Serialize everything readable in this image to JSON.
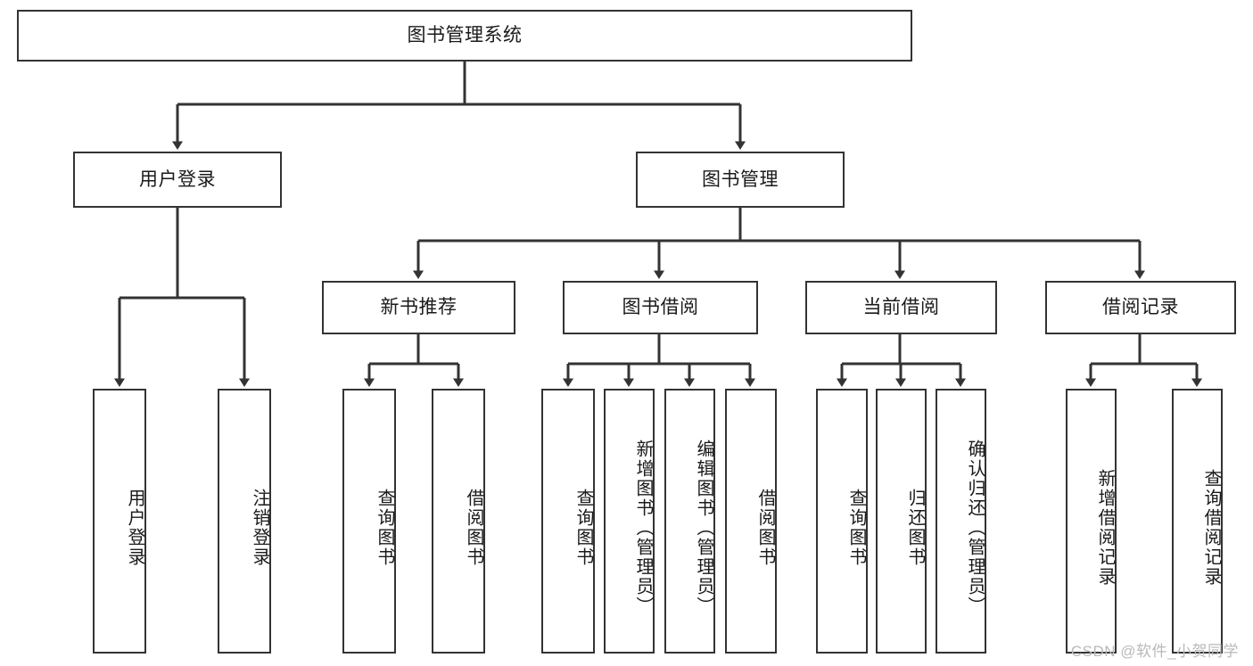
{
  "diagram": {
    "title": "图书管理系统",
    "style": {
      "box_border_color": "#333333",
      "box_fill_color": "#ffffff",
      "text_color": "#1a1a1a",
      "edge_color": "#333333",
      "watermark_color": "#b9b9b9"
    },
    "root": {
      "id": "root",
      "label": "图书管理系统"
    },
    "level2": [
      {
        "id": "user-login",
        "label": "用户登录"
      },
      {
        "id": "book-management",
        "label": "图书管理"
      }
    ],
    "level3": [
      {
        "id": "new-book-recommend",
        "label": "新书推荐"
      },
      {
        "id": "book-borrow",
        "label": "图书借阅"
      },
      {
        "id": "current-borrow",
        "label": "当前借阅"
      },
      {
        "id": "borrow-record",
        "label": "借阅记录"
      }
    ],
    "leaves": [
      {
        "id": "leaf-user-login",
        "label": "用户登录",
        "parent": "user-login"
      },
      {
        "id": "leaf-logout-login",
        "label": "注销登录",
        "parent": "user-login"
      },
      {
        "id": "leaf-query-book-1",
        "label": "查询图书",
        "parent": "new-book-recommend"
      },
      {
        "id": "leaf-borrow-book-1",
        "label": "借阅图书",
        "parent": "new-book-recommend"
      },
      {
        "id": "leaf-query-book-2",
        "label": "查询图书",
        "parent": "book-borrow"
      },
      {
        "id": "leaf-add-book",
        "label": "新增图书（管理员）",
        "parent": "book-borrow"
      },
      {
        "id": "leaf-edit-book",
        "label": "编辑图书（管理员）",
        "parent": "book-borrow"
      },
      {
        "id": "leaf-borrow-book-2",
        "label": "借阅图书",
        "parent": "book-borrow"
      },
      {
        "id": "leaf-query-book-3",
        "label": "查询图书",
        "parent": "current-borrow"
      },
      {
        "id": "leaf-return-book",
        "label": "归还图书",
        "parent": "current-borrow"
      },
      {
        "id": "leaf-confirm-return",
        "label": "确认归还（管理员）",
        "parent": "current-borrow"
      },
      {
        "id": "leaf-add-record",
        "label": "新增借阅记录",
        "parent": "borrow-record"
      },
      {
        "id": "leaf-query-record",
        "label": "查询借阅记录",
        "parent": "borrow-record"
      }
    ],
    "watermark": "CSDN @软件_小贺同学"
  }
}
